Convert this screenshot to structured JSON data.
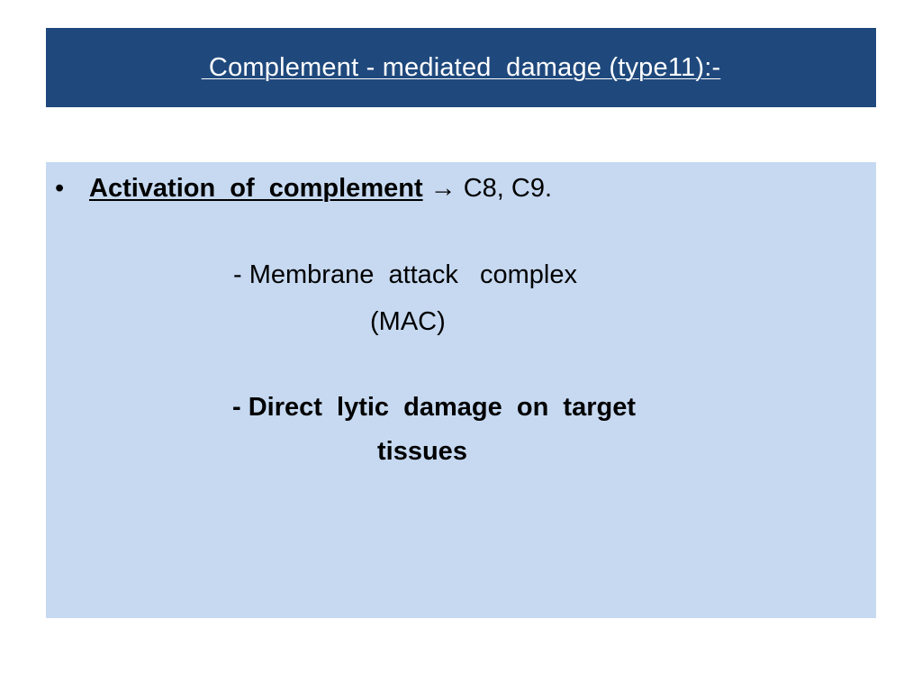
{
  "slide": {
    "title": " Complement - mediated  damage (type11):-",
    "bullet": {
      "marker": "•",
      "heading": "Activation  of  complement",
      "arrow": "→",
      "tail": " C8, C9."
    },
    "mac_line1": "- Membrane  attack   complex",
    "mac_line2": "(MAC)",
    "lytic_line1": "- Direct  lytic  damage  on  target",
    "lytic_line2": "tissues"
  },
  "colors": {
    "title_bar": "#1f497d",
    "content_box": "#c6d9f1",
    "title_text": "#ffffff"
  }
}
